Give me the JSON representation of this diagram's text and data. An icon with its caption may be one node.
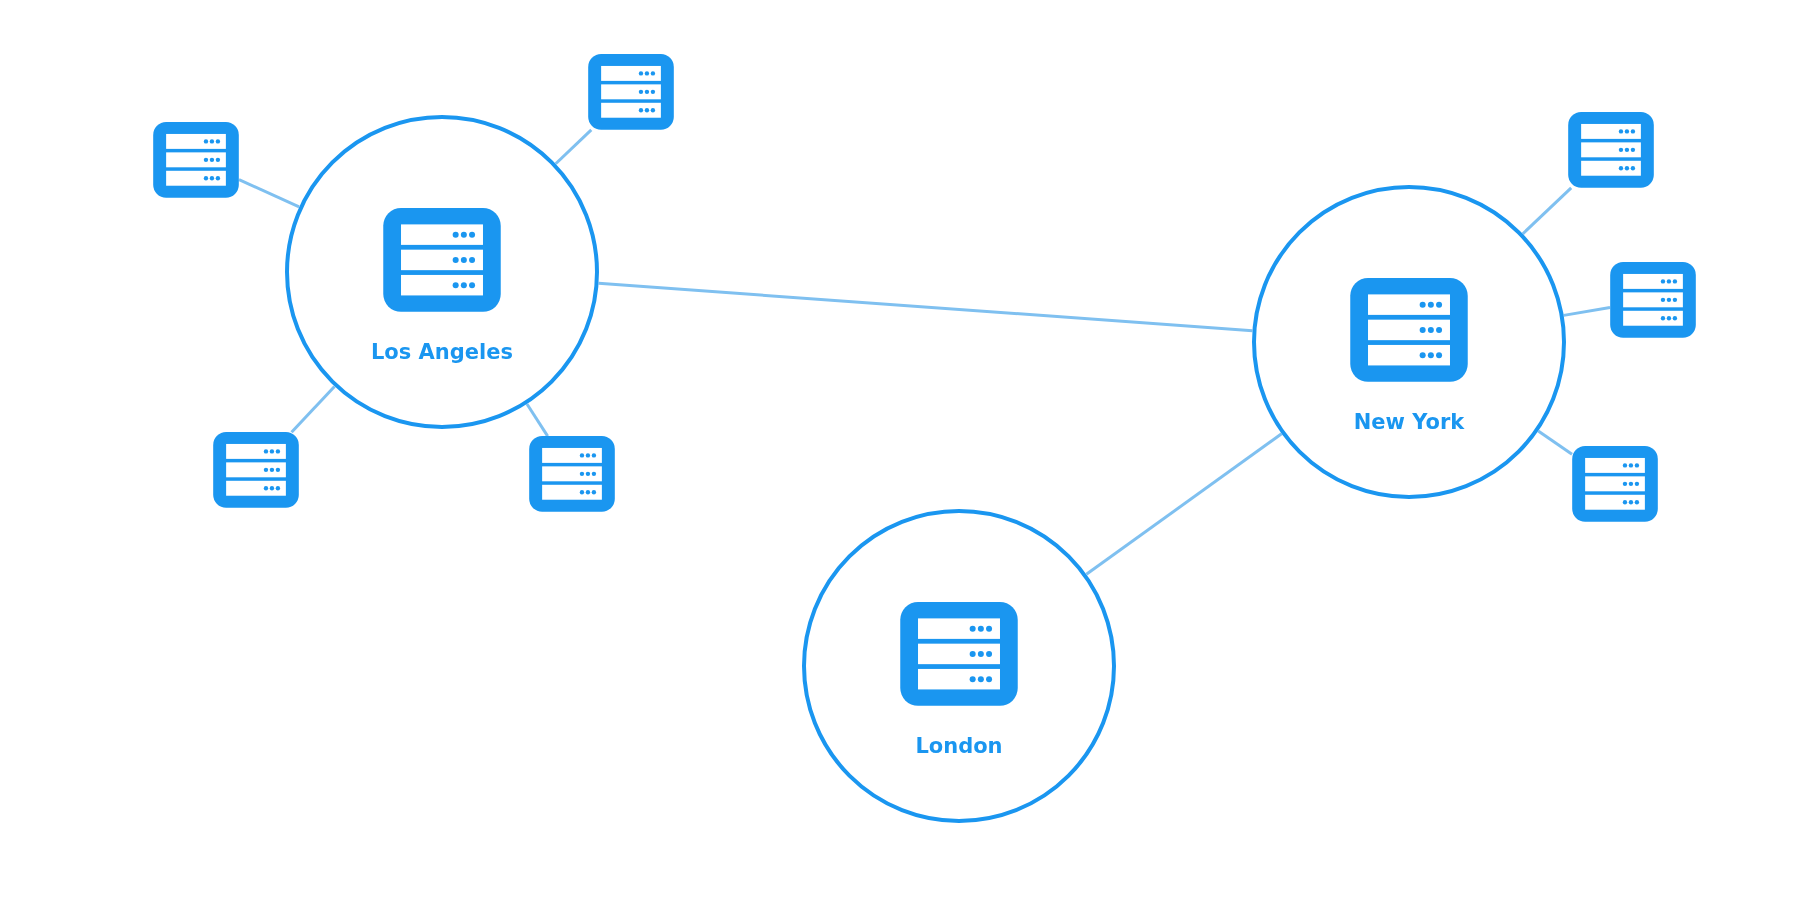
{
  "diagram": {
    "nodes": [
      {
        "text": [],
        "shape": "picture"
      },
      {
        "text": [],
        "shape": "picture"
      },
      {
        "text": [],
        "shape": "picture"
      },
      {
        "text": [
          "Los Angeles"
        ]
      },
      {
        "text": [],
        "shape": "picture"
      },
      {
        "text": [
          "New York"
        ]
      },
      {
        "text": [],
        "shape": "picture"
      },
      {
        "text": [],
        "shape": "picture"
      },
      {
        "text": [],
        "shape": "picture"
      },
      {
        "text": [
          "London"
        ]
      }
    ],
    "edges": [
      {
        "from": 3,
        "to": 5,
        "arrow": "none"
      },
      {
        "from": 5,
        "to": 9,
        "arrow": "none"
      },
      {
        "from": 3,
        "to": 0,
        "arrow": "none"
      },
      {
        "from": 3,
        "to": 2,
        "arrow": "none"
      },
      {
        "from": 3,
        "to": 6,
        "arrow": "none"
      },
      {
        "from": 3,
        "to": 7,
        "arrow": "none"
      },
      {
        "from": 5,
        "to": 1,
        "arrow": "none"
      },
      {
        "from": 5,
        "to": 4,
        "arrow": "none"
      },
      {
        "from": 5,
        "to": 8,
        "arrow": "none"
      }
    ]
  }
}
